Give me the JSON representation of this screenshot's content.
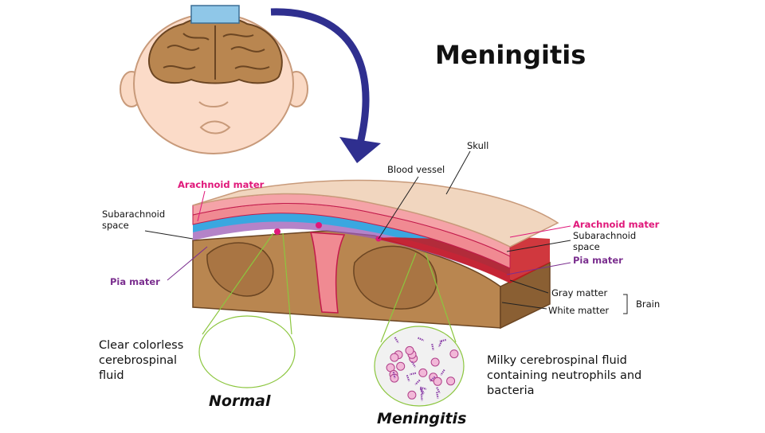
{
  "title": "Meningitis",
  "labels": {
    "skull": "Skull",
    "blood_vessel": "Blood vessel",
    "arachnoid_left": "Arachnoid mater",
    "subarachnoid_left": "Subarachnoid\nspace",
    "pia_left": "Pia mater",
    "arachnoid_right": "Arachnoid mater",
    "subarachnoid_right": "Subarachnoid\nspace",
    "pia_right": "Pia mater",
    "gray_matter": "Gray matter",
    "white_matter": "White matter",
    "brain": "Brain"
  },
  "descriptions": {
    "normal_fluid": "Clear colorless cerebrospinal fluid",
    "infected_fluid": "Milky cerebrospinal fluid containing neutrophils and bacteria"
  },
  "captions": {
    "normal": "Normal",
    "meningitis": "Meningitis"
  },
  "colors": {
    "skull": "#f1d6bf",
    "dura": "#f08a92",
    "csf": "#3aa7e0",
    "brain": "#b98650",
    "inflamed": "#c8151c",
    "arrow": "#2f2f8f"
  }
}
